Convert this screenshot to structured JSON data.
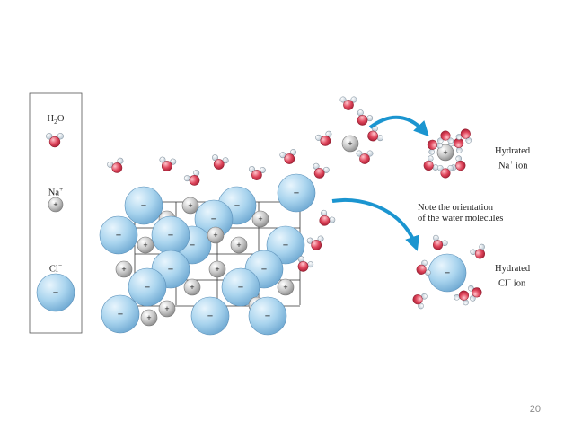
{
  "legend": {
    "water_base": "H",
    "water_sub": "2",
    "water_end": "O",
    "sodium_base": "Na",
    "sodium_sup": "+",
    "chloride_base": "Cl",
    "chloride_sup": "−"
  },
  "ion_signs": {
    "positive": "+",
    "negative": "−"
  },
  "annotations": {
    "note_line1": "Note the orientation",
    "note_line2": "of the water molecules",
    "hydrated_na_line1": "Hydrated",
    "hydrated_na_base": "Na",
    "hydrated_na_sup": "+",
    "hydrated_na_end": " ion",
    "hydrated_cl_line1": "Hydrated",
    "hydrated_cl_base": "Cl",
    "hydrated_cl_sup": "−",
    "hydrated_cl_end": " ion"
  },
  "page_number": "20",
  "colors": {
    "chloride": "#a9d4ee",
    "sodium": "#c8c8c8",
    "oxygen": "#e0475d",
    "hydrogen": "#e6eef5",
    "arrow": "#1b95d0"
  }
}
